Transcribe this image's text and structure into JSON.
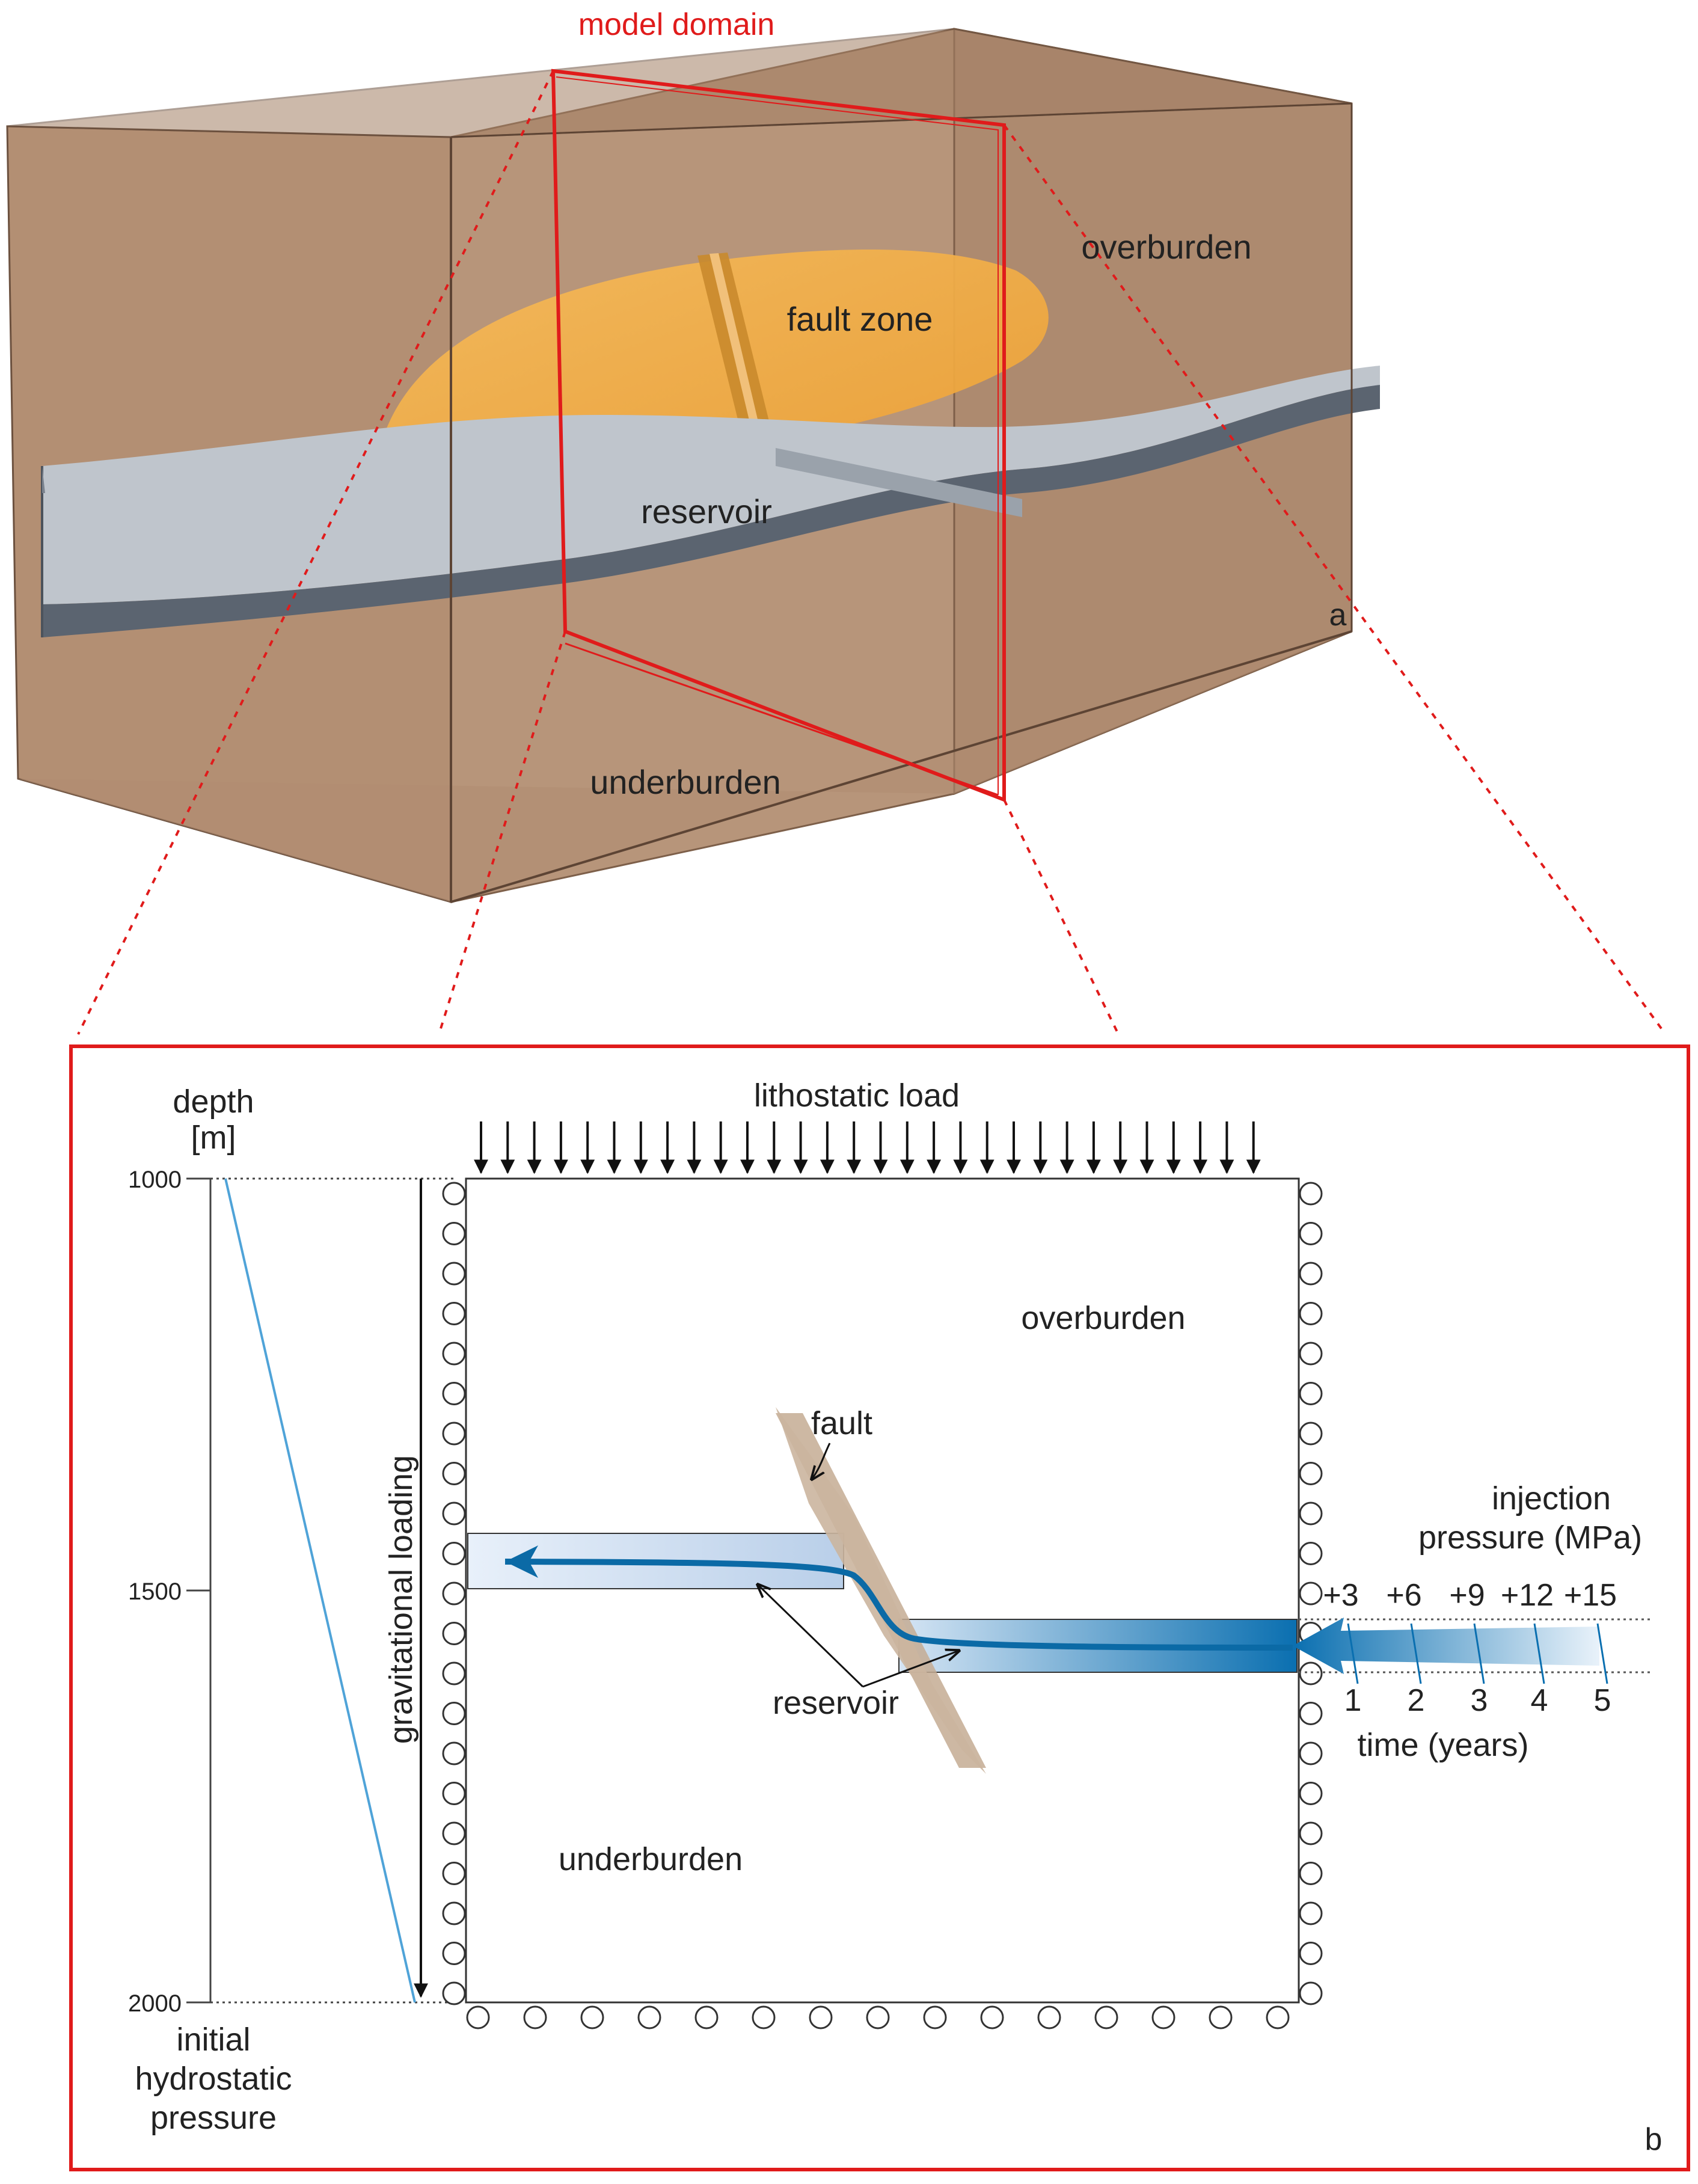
{
  "panel_a": {
    "title": "model domain",
    "tag": "a",
    "labels": {
      "overburden": "overburden",
      "fault_zone": "fault zone",
      "reservoir": "reservoir",
      "underburden": "underburden"
    }
  },
  "panel_b": {
    "tag": "b",
    "depth_axis": {
      "title_line1": "depth",
      "title_line2": "[m]",
      "ticks": [
        "1000",
        "1500",
        "2000"
      ],
      "footer_line1": "initial",
      "footer_line2": "hydrostatic",
      "footer_line3": "pressure"
    },
    "top_load": "lithostatic load",
    "side_load": "gravitational loading",
    "overburden": "overburden",
    "underburden": "underburden",
    "fault": "fault",
    "reservoir": "reservoir",
    "injection": {
      "title_line1": "injection",
      "title_line2": "pressure (MPa)",
      "pressures": [
        "+3",
        "+6",
        "+9",
        "+12",
        "+15"
      ],
      "times": [
        "1",
        "2",
        "3",
        "4",
        "5"
      ],
      "time_label": "time (years)"
    }
  },
  "colors": {
    "rock": "#b08a6c",
    "reservoir": "#b6bec6",
    "fault_zone": "#f2a93a",
    "boundary": "#e01b1b",
    "injection": "#0a6fb0",
    "hydrostatic": "#4fa3d8"
  }
}
